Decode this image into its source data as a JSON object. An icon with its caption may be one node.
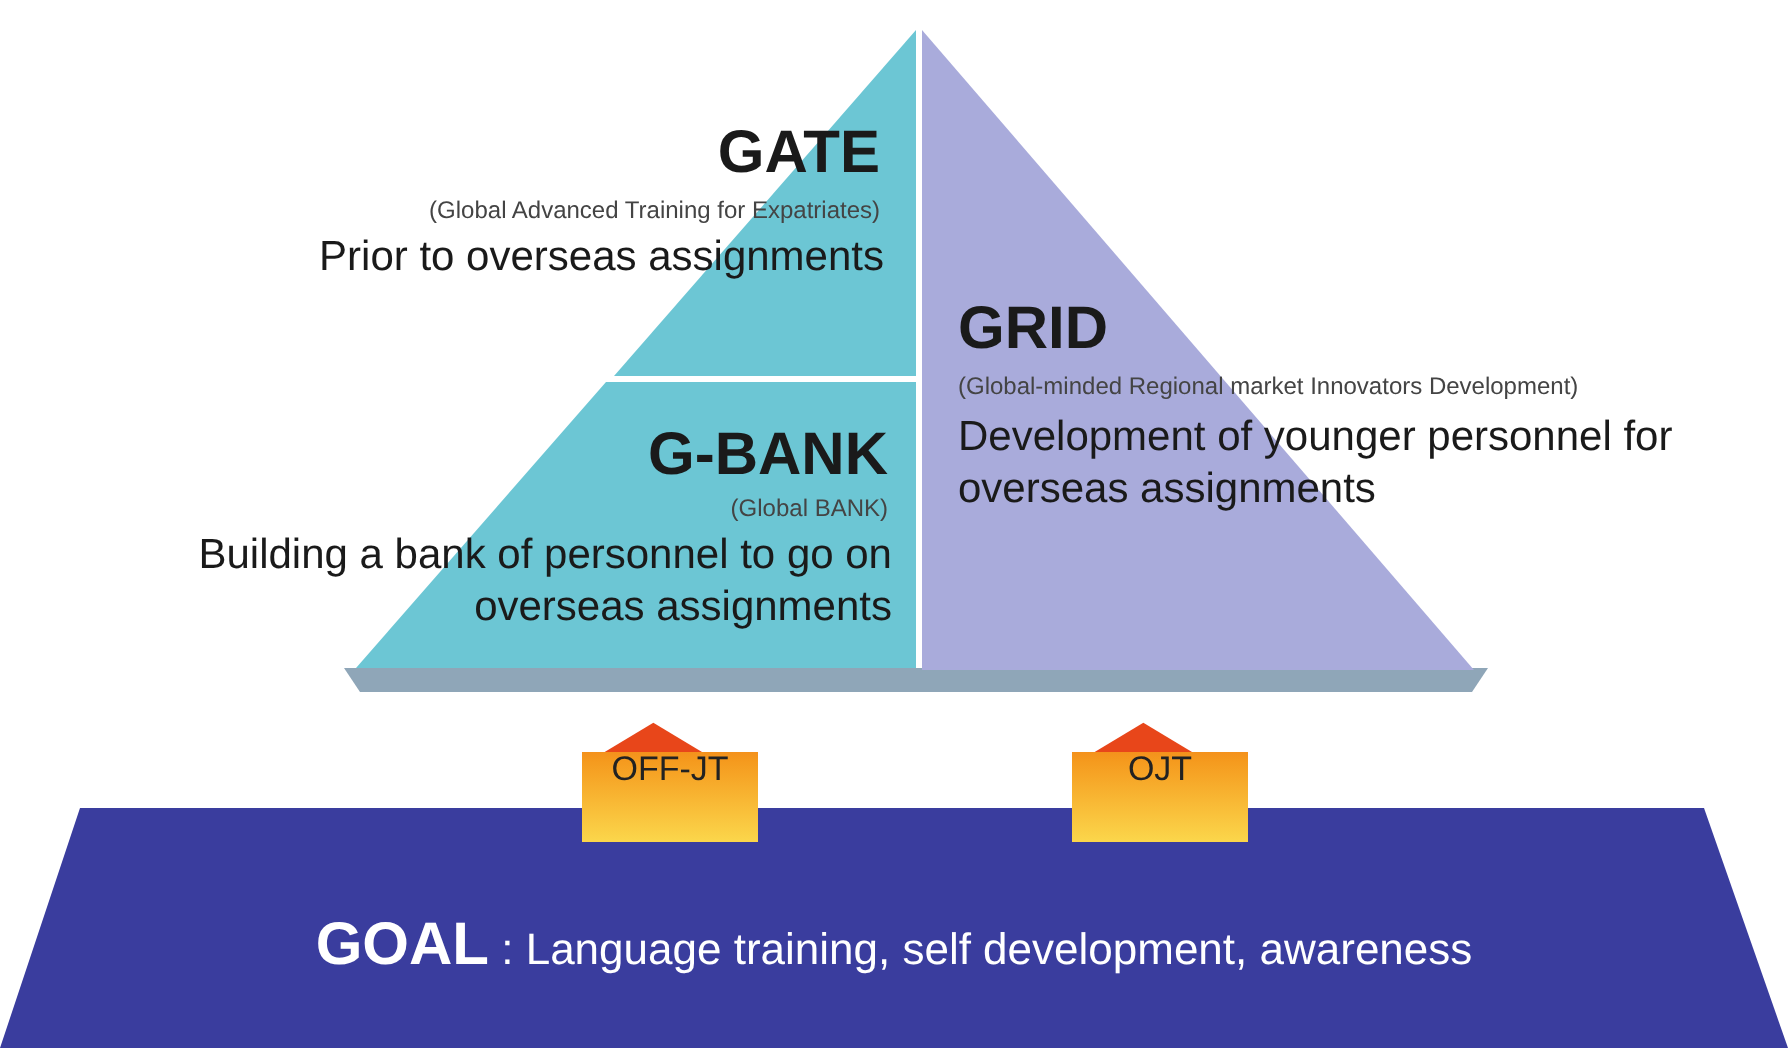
{
  "diagram": {
    "nodes": [
      {
        "text": [
          "GATE",
          "(Global Advanced Training for Expatriates)",
          "Prior to overseas assignments"
        ]
      },
      {
        "text": [
          "GRID",
          "(Global-minded Regional market Innovators Development)",
          "Development of younger personnel for overseas assignments"
        ]
      },
      {
        "text": [
          "G-BANK",
          "(Global BANK)",
          "Building a bank of personnel to go on overseas assignments"
        ]
      },
      {
        "text": [
          "**GOAL** : Language training, self development, awareness"
        ]
      }
    ],
    "edges": [
      {
        "from": 3,
        "to": 2,
        "arrow": "to",
        "label": "OFF-JT"
      },
      {
        "from": 3,
        "to": 1,
        "arrow": "to",
        "label": "OJT"
      }
    ]
  }
}
